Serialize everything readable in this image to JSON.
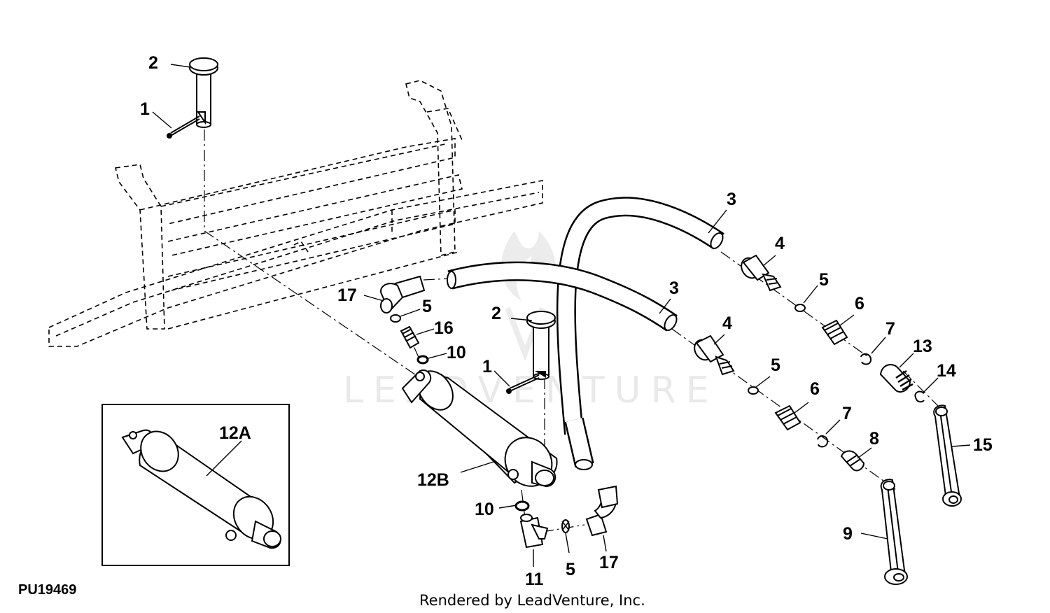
{
  "figure_id": "PU19469",
  "credit": "Rendered by LeadVenture, Inc.",
  "watermark": "LEADVENTURE",
  "callouts": {
    "c1a": "1",
    "c2a": "2",
    "c3a": "3",
    "c3b": "3",
    "c4a": "4",
    "c4b": "4",
    "c5a": "5",
    "c5b": "5",
    "c5c": "5",
    "c5d": "5",
    "c6a": "6",
    "c6b": "6",
    "c7a": "7",
    "c7b": "7",
    "c8": "8",
    "c9": "9",
    "c10a": "10",
    "c10b": "10",
    "c11": "11",
    "c12a": "12A",
    "c12b": "12B",
    "c13": "13",
    "c14": "14",
    "c15": "15",
    "c16": "16",
    "c17a": "17",
    "c17b": "17",
    "c1b": "1",
    "c2b": "2"
  }
}
